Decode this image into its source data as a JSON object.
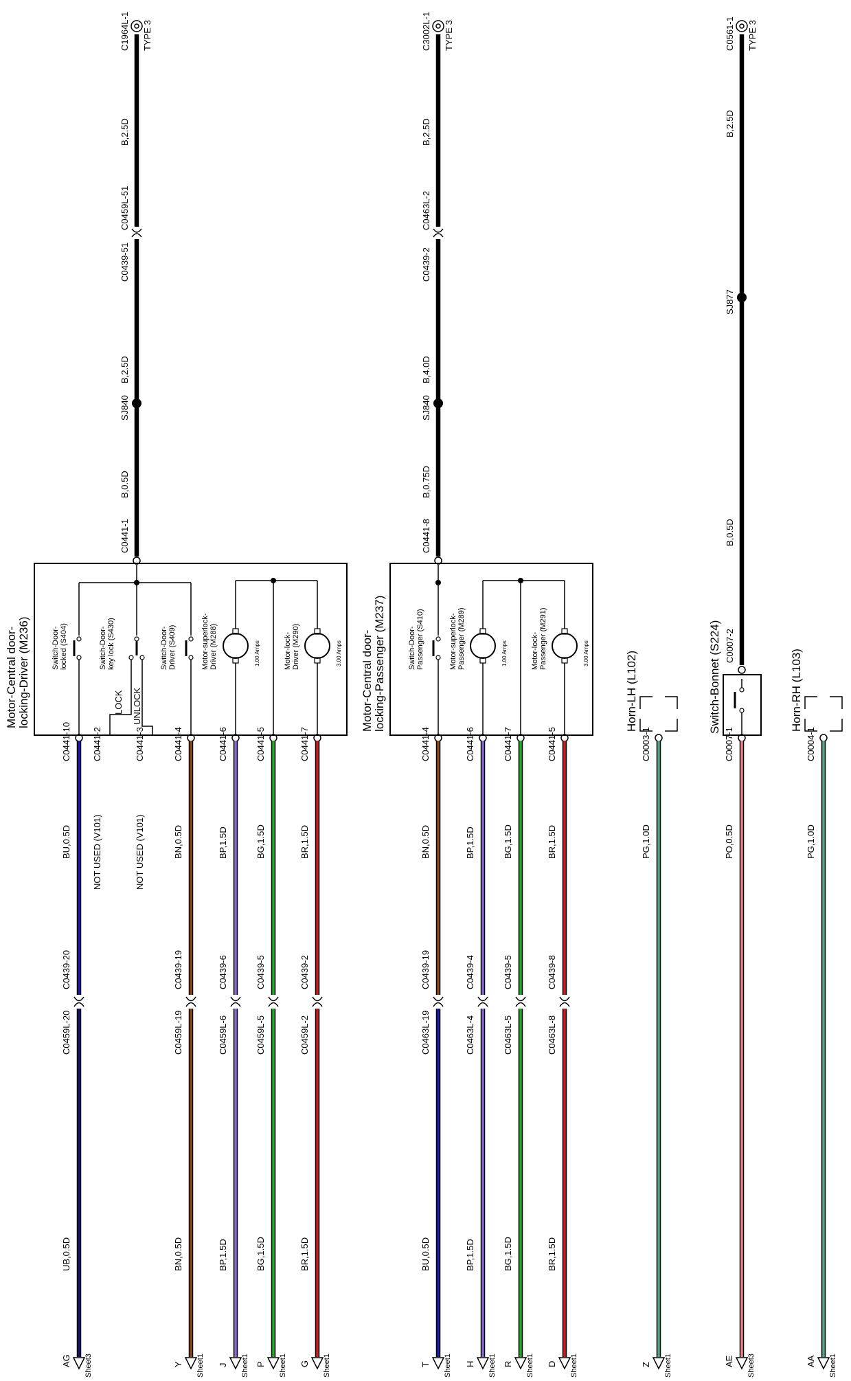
{
  "colors": {
    "BU": "#1c1ca0",
    "UB": "#14146e",
    "BN": "#8a4a1c",
    "BP": "#8d66d2",
    "BG": "#22aa22",
    "BR": "#c81e1e",
    "PG": "#4ea88c",
    "PO": "#e8848c"
  },
  "top": {
    "col1": {
      "conn_top": "C1964L-1",
      "type": "TYPE 3",
      "w1": "B,2.5D",
      "c_right": "C0459L-51",
      "c_left": "C0439-51",
      "w2": "B,2.5D",
      "splice": "SJ840",
      "w3": "B,0.5D",
      "c_bottom": "C0441-1"
    },
    "col2": {
      "conn_top": "C3002L-1",
      "type": "TYPE 3",
      "w1": "B,2.5D",
      "c_right": "C0463L-2",
      "c_left": "C0439-2",
      "w2": "B,4.0D",
      "splice": "SJ840",
      "w3": "B,0.75D",
      "c_bottom": "C0441-8"
    },
    "col3": {
      "conn_top": "C0561-1",
      "type": "TYPE 3",
      "w1": "B,2.5D",
      "splice": "SJ877",
      "w3": "B,0.5D"
    }
  },
  "m236": {
    "title1": "Motor-Central door-",
    "title2": "locking-Driver (M236)",
    "s404_1": "Switch-Door-",
    "s404_2": "locked (S404)",
    "s430_1": "Switch-Door-",
    "s430_2": "key lock (S430)",
    "s409_1": "Switch-Door-",
    "s409_2": "Driver (S409)",
    "m288_1": "Motor-superlock-",
    "m288_2": "Driver (M288)",
    "m288_amps": "1.00 Amps",
    "m290_1": "Motor-lock-",
    "m290_2": "Driver (M290)",
    "m290_amps": "3.00 Amps",
    "lock": "LOCK",
    "unlock": "UNLOCK"
  },
  "m237": {
    "title1": "Motor-Central door-",
    "title2": "locking-Passenger (M237)",
    "s410_1": "Switch-Door-",
    "s410_2": "Passenger (S410)",
    "m289_1": "Motor-superlock-",
    "m289_2": "Passenger (M289)",
    "m289_amps": "1.00 Amps",
    "m291_1": "Motor-lock-",
    "m291_2": "Passenger (M291)",
    "m291_amps": "3.00 Amps"
  },
  "other": {
    "horn_lh": "Horn-LH (L102)",
    "bonnet": "Switch-Bonnet (S224)",
    "bonnet_top": "C0007-2",
    "horn_rh": "Horn-RH (L103)"
  },
  "wires": [
    {
      "a": "C0441-10",
      "b": "BU,0.5D",
      "c": "C0439-20",
      "d": "C0459L-20",
      "e": "UB,0.5D",
      "f": "AG",
      "g": "Sheet3"
    },
    {
      "a": "C0441-2",
      "b": "NOT USED (V101)"
    },
    {
      "a": "C0441-3",
      "b": "NOT USED (V101)"
    },
    {
      "a": "C0441-4",
      "b": "BN,0.5D",
      "c": "C0439-19",
      "d": "C0459L-19",
      "e": "BN,0.5D",
      "f": "Y",
      "g": "Sheet1"
    },
    {
      "a": "C0441-6",
      "b": "BP,1.5D",
      "c": "C0439-6",
      "d": "C0459L-6",
      "e": "BP,1.5D",
      "f": "J",
      "g": "Sheet1"
    },
    {
      "a": "C0441-5",
      "b": "BG,1.5D",
      "c": "C0439-5",
      "d": "C0459L-5",
      "e": "BG,1.5D",
      "f": "P",
      "g": "Sheet1"
    },
    {
      "a": "C0441-7",
      "b": "BR,1.5D",
      "c": "C0439-2",
      "d": "C0459L-2",
      "e": "BR,1.5D",
      "f": "G",
      "g": "Sheet1"
    },
    {
      "a": "C0441-4",
      "b": "BN,0.5D",
      "c": "C0439-19",
      "d": "C0463L-19",
      "e": "BU,0.5D",
      "f": "T",
      "g": "Sheet1"
    },
    {
      "a": "C0441-6",
      "b": "BP,1.5D",
      "c": "C0439-4",
      "d": "C0463L-4",
      "e": "BP,1.5D",
      "f": "H",
      "g": "Sheet1"
    },
    {
      "a": "C0441-7",
      "b": "BG,1.5D",
      "c": "C0439-5",
      "d": "C0463L-5",
      "e": "BG,1.5D",
      "f": "R",
      "g": "Sheet1"
    },
    {
      "a": "C0441-5",
      "b": "BR,1.5D",
      "c": "C0439-8",
      "d": "C0463L-8",
      "e": "BR,1.5D",
      "f": "D",
      "g": "Sheet1"
    },
    {
      "a": "C0003-1",
      "b": "PG,1.0D",
      "f": "Z",
      "g": "Sheet1"
    },
    {
      "a": "C0007-1",
      "b": "PO,0.5D",
      "f": "AE",
      "g": "Sheet3"
    },
    {
      "a": "C0004-1",
      "b": "PG,1.0D",
      "f": "AA",
      "g": "Sheet1"
    }
  ]
}
